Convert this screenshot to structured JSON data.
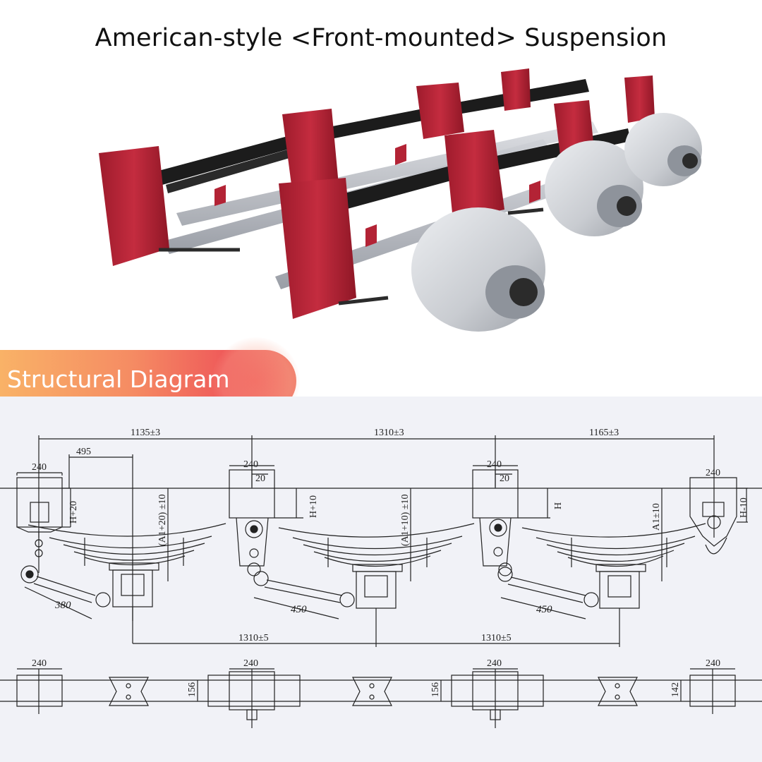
{
  "title": "American-style <Front-mounted> Suspension",
  "section_label": "Structural Diagram",
  "colors": {
    "bracket_red": "#b32335",
    "axle_gray": "#b9bcc2",
    "spring_black": "#1c1c1c",
    "banner_start": "#f9b267",
    "banner_end": "#ef5c5a",
    "drawing_bg": "#f1f2f7",
    "line": "#222222"
  },
  "diagram": {
    "top_dims": {
      "d1": "1135±3",
      "d2": "1310±3",
      "d3": "1165±3",
      "offset": "495"
    },
    "hanger_widths": {
      "w1": "240",
      "w2": "240",
      "w3": "240",
      "w4": "240"
    },
    "offsets": {
      "o2": "20",
      "o3": "20"
    },
    "heights": {
      "h1": "H+20",
      "h2": "H+10",
      "h3": "H",
      "h4": "H-10"
    },
    "spring_heights": {
      "s1": "(A1+20) ±10",
      "s2": "(A1+10) ±10",
      "s3": "A1±10"
    },
    "rod_lengths": {
      "r1": "380",
      "r2": "450",
      "r3": "450"
    },
    "bottom_dims": {
      "b1": "1310±5",
      "b2": "1310±5"
    },
    "plan_widths": {
      "p1": "240",
      "p2": "240",
      "p3": "240",
      "p4": "240"
    },
    "plan_heights": {
      "ph1": "156",
      "ph2": "156",
      "ph3": "142"
    }
  }
}
